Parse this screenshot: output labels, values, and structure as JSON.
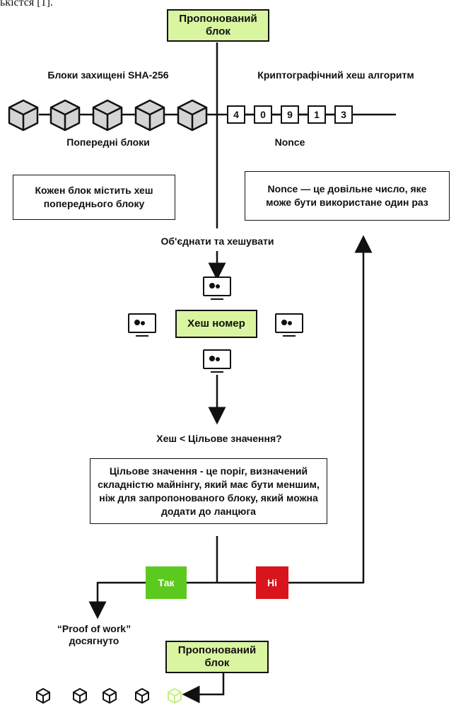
{
  "top_fragment": "ькістся [1].",
  "proposed_block_top": "Пропонований\nблок",
  "left_heading": "Блоки захищені SHA-256",
  "right_heading": "Криптографічний хеш алгоритм",
  "previous_blocks_label": "Попередні блоки",
  "nonce_digits": [
    "4",
    "0",
    "9",
    "1",
    "3"
  ],
  "nonce_label": "Nonce",
  "left_note": "Кожен блок містить хеш\nпопереднього блоку",
  "right_note": "Nonce — це довільне число, яке\nможе бути використане один раз",
  "combine_label": "Об'єднати та хешувати",
  "hash_number": "Хеш номер",
  "question": "Хеш < Цільове значення?",
  "target_note": "Цільове значення - це поріг, визначений\nскладністю майнінгу, який має бути меншим,\nніж для запропонованого блоку, який можна\nдодати до ланцюга",
  "yes_label": "Так",
  "no_label": "Ні",
  "pow_label": "“Proof of work”\nдосягнуто",
  "proposed_block_bottom": "Пропонований\nблок",
  "colors": {
    "yes": "#5cc91e",
    "no": "#d9141c",
    "green_box": "#d9f5a0",
    "new_cube": "#c7f07a"
  },
  "icons": [
    "cube-icon",
    "computer-gear-icon",
    "arrow-icon"
  ]
}
